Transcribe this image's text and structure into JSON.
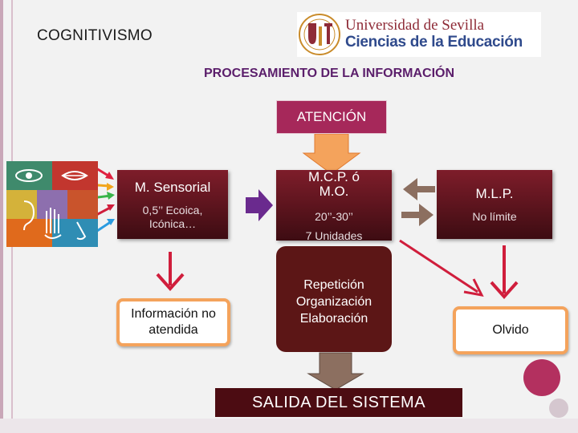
{
  "title": "COGNITIVISMO",
  "logo": {
    "line1": "Universidad de Sevilla",
    "line2": "Ciencias de la Educación"
  },
  "subtitle": "PROCESAMIENTO DE LA INFORMACIÓN",
  "attention": "ATENCIÓN",
  "sensory_memory": {
    "title": "M. Sensorial",
    "detail_1": "0,5’’ Ecoica,",
    "detail_2": "Icónica…"
  },
  "short_term_memory": {
    "title_1": "M.C.P. ó",
    "title_2": "M.O.",
    "detail_1": "20’’-30’’",
    "detail_2": "7 Unidades"
  },
  "long_term_memory": {
    "title": "M.L.P.",
    "detail": "No límite"
  },
  "processing": {
    "line_1": "Repetición",
    "line_2": "Organización",
    "line_3": "Elaboración"
  },
  "unattended": {
    "line_1": "Información no",
    "line_2": "atendida"
  },
  "forgetting": "Olvido",
  "system_output": "SALIDA DEL SISTEMA",
  "colors": {
    "accent": "#a6285a",
    "panel": "#5c1616",
    "red_arrow": "#d01e3c",
    "orange": "#f4a35c",
    "purple_arrow": "#6a2a8e",
    "brown_arrow": "#8c6f60"
  },
  "icons": [
    "eye-icon",
    "lips-icon",
    "hand-icon",
    "ear-icon",
    "nose-icon"
  ]
}
